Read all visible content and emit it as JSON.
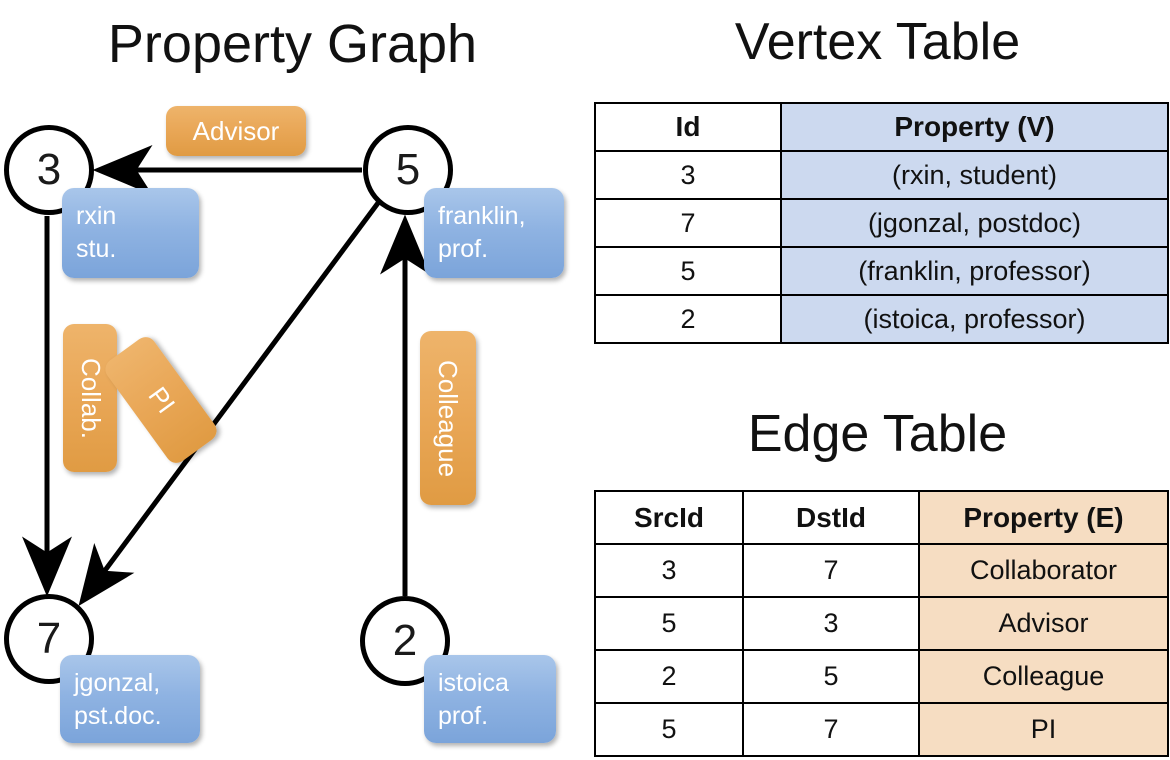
{
  "titles": {
    "property_graph": "Property Graph",
    "vertex_table": "Vertex Table",
    "edge_table": "Edge Table"
  },
  "graph": {
    "nodes": [
      {
        "id": "3",
        "property_line1": "rxin",
        "property_line2": "stu."
      },
      {
        "id": "5",
        "property_line1": "franklin,",
        "property_line2": "prof."
      },
      {
        "id": "7",
        "property_line1": "jgonzal,",
        "property_line2": "pst.doc."
      },
      {
        "id": "2",
        "property_line1": "istoica",
        "property_line2": "prof."
      }
    ],
    "edge_labels": {
      "advisor": "Advisor",
      "collab": "Collab.",
      "pi": "PI",
      "colleague": "Colleague"
    }
  },
  "vertex_table": {
    "headers": [
      "Id",
      "Property (V)"
    ],
    "rows": [
      {
        "id": "3",
        "property": "(rxin, student)"
      },
      {
        "id": "7",
        "property": "(jgonzal, postdoc)"
      },
      {
        "id": "5",
        "property": "(franklin, professor)"
      },
      {
        "id": "2",
        "property": "(istoica, professor)"
      }
    ]
  },
  "edge_table": {
    "headers": [
      "SrcId",
      "DstId",
      "Property (E)"
    ],
    "rows": [
      {
        "src": "3",
        "dst": "7",
        "property": "Collaborator"
      },
      {
        "src": "5",
        "dst": "3",
        "property": "Advisor"
      },
      {
        "src": "2",
        "dst": "5",
        "property": "Colleague"
      },
      {
        "src": "5",
        "dst": "7",
        "property": "PI"
      }
    ]
  },
  "colors": {
    "vertex_header_fill": "#ccd9ef",
    "edge_header_fill": "#f6ddc2",
    "vertex_box": "#8fb3e2",
    "edge_box": "#e9a757",
    "stroke": "#000000"
  }
}
